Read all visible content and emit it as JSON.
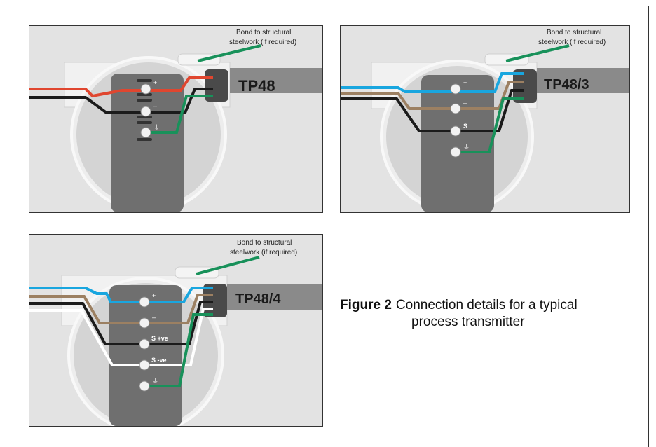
{
  "panels": [
    {
      "model": "TP48",
      "bond_line1": "Bond to structural",
      "bond_line2": "steelwork (if required)",
      "terminals": [
        "+",
        "–",
        "⏚"
      ],
      "wire_colors": [
        "#e0462f",
        "#1b1b1b",
        "#18915a"
      ]
    },
    {
      "model": "TP48/3",
      "bond_line1": "Bond to structural",
      "bond_line2": "steelwork (if required)",
      "terminals": [
        "+",
        "–",
        "S",
        "⏚"
      ],
      "wire_colors": [
        "#19a6df",
        "#9c8062",
        "#1b1b1b",
        "#18915a"
      ]
    },
    {
      "model": "TP48/4",
      "bond_line1": "Bond to structural",
      "bond_line2": "steelwork (if required)",
      "terminals": [
        "+",
        "–",
        "S +ve",
        "S -ve",
        "⏚"
      ],
      "wire_colors": [
        "#19a6df",
        "#9c8062",
        "#1b1b1b",
        "#ffffff",
        "#18915a"
      ]
    }
  ],
  "caption": {
    "label": "Figure 2",
    "line1": "Connection details for a typical",
    "line2": "process transmitter"
  }
}
